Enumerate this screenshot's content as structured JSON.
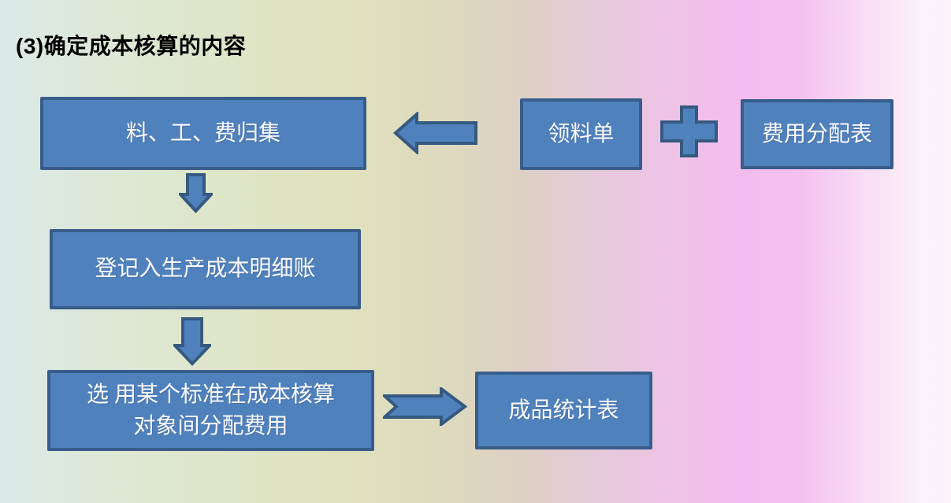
{
  "page": {
    "title": "(3)确定成本核算的内容"
  },
  "colors": {
    "title_text": "#000000",
    "node_fill": "#4f81bd",
    "node_border": "#385d8a",
    "node_text": "#fdfdff",
    "bg_left_aqua": "#dbeae9",
    "bg_green": "#dfe6cb",
    "bg_khaki": "#e0e2bd",
    "bg_tan": "#ddd0c4",
    "bg_pink": "#f3bcee",
    "bg_right_pale": "#faf3fa"
  },
  "icons": {
    "arrow_left": "←",
    "arrow_down": "↓",
    "arrow_right": "→",
    "plus": "+"
  },
  "diagram": {
    "nodes": {
      "collect": {
        "label": "料、工、费归集"
      },
      "material_slip": {
        "label": "领料单"
      },
      "expense_table": {
        "label": "费用分配表"
      },
      "ledger": {
        "label": "登记入生产成本明细账"
      },
      "allocate": {
        "line1": "选 用某个标准在成本核算",
        "line2": "对象间分配费用"
      },
      "product_stats": {
        "label": "成品统计表"
      }
    },
    "connectors": [
      {
        "from": "material_slip + expense_table",
        "to": "collect",
        "type": "arrow-left"
      },
      {
        "from": "collect",
        "to": "ledger",
        "type": "arrow-down"
      },
      {
        "from": "ledger",
        "to": "allocate",
        "type": "arrow-down"
      },
      {
        "from": "allocate",
        "to": "product_stats",
        "type": "arrow-right"
      }
    ]
  }
}
